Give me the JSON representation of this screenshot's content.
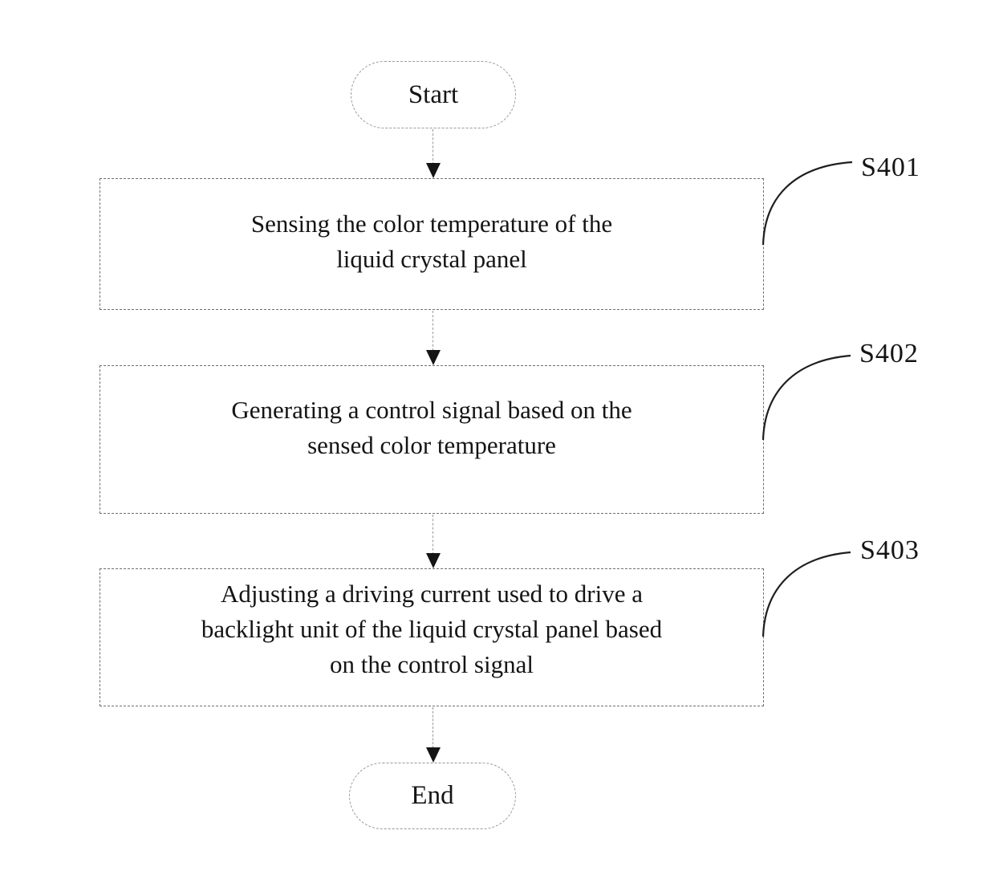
{
  "figure": {
    "type": "flowchart",
    "nodes": {
      "start": {
        "label": "Start"
      },
      "step1": {
        "lines": [
          "Sensing the color temperature of the",
          "liquid crystal panel"
        ],
        "tag": "S401"
      },
      "step2": {
        "lines": [
          "Generating a control signal based on the",
          "sensed color temperature"
        ],
        "tag": "S402"
      },
      "step3": {
        "lines": [
          "Adjusting a driving current used to drive a",
          "backlight unit of the liquid crystal panel based",
          "on the control signal"
        ],
        "tag": "S403"
      },
      "end": {
        "label": "End"
      }
    }
  }
}
